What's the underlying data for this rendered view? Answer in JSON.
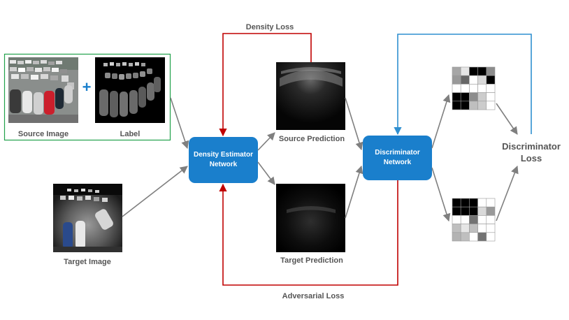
{
  "labels": {
    "source_image": "Source Image",
    "label": "Label",
    "target_image": "Target Image",
    "source_prediction": "Source Prediction",
    "target_prediction": "Target Prediction",
    "density_loss": "Density Loss",
    "adversarial_loss": "Adversarial Loss",
    "discriminator_loss_line1": "Discriminator",
    "discriminator_loss_line2": "Loss",
    "plus": "+"
  },
  "nodes": {
    "density_estimator_line1": "Density Estimator",
    "density_estimator_line2": "Network",
    "discriminator_line1": "Discriminator",
    "discriminator_line2": "Network"
  },
  "colors": {
    "network_box": "#1a7fcc",
    "density_loss_line": "#c00000",
    "adversarial_loss_line": "#c00000",
    "discriminator_loss_line": "#2f8fd0",
    "arrow_gray": "#7f7f7f",
    "source_group_border": "#21a04a",
    "plus_sign": "#1a7fcc"
  },
  "discriminator_outputs": {
    "top_grid": [
      [
        0.65,
        0.9,
        0.0,
        0.0,
        0.55
      ],
      [
        0.6,
        0.4,
        1.0,
        0.85,
        0.0
      ],
      [
        1.0,
        1.0,
        1.0,
        1.0,
        1.0
      ],
      [
        0.0,
        0.0,
        0.55,
        0.8,
        1.0
      ],
      [
        0.0,
        0.0,
        0.75,
        0.8,
        1.0
      ]
    ],
    "bottom_grid": [
      [
        0.0,
        0.0,
        0.0,
        1.0,
        1.0
      ],
      [
        0.0,
        0.0,
        0.0,
        0.85,
        0.6
      ],
      [
        1.0,
        1.0,
        0.45,
        1.0,
        1.0
      ],
      [
        0.75,
        0.9,
        0.75,
        1.0,
        1.0
      ],
      [
        0.7,
        0.75,
        1.0,
        0.45,
        1.0
      ]
    ]
  }
}
